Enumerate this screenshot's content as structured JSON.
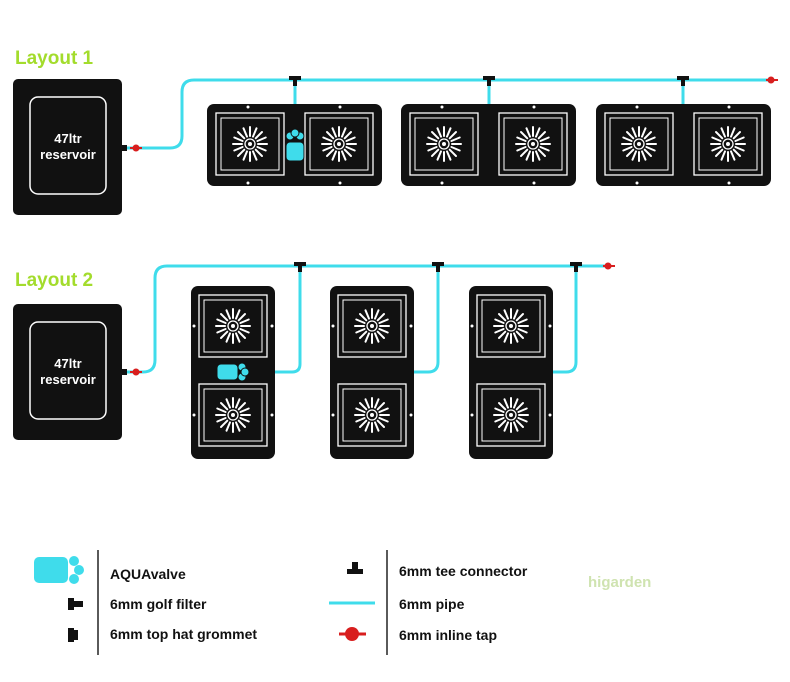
{
  "layouts": [
    {
      "title": "Layout 1",
      "reservoir_label": [
        "47ltr",
        "reservoir"
      ]
    },
    {
      "title": "Layout 2",
      "reservoir_label": [
        "47ltr",
        "reservoir"
      ]
    }
  ],
  "legend": {
    "aquavalve": "AQUAvalve",
    "golf_filter": "6mm golf filter",
    "grommet": "6mm top hat grommet",
    "tee": "6mm tee connector",
    "pipe": "6mm pipe",
    "tap": "6mm inline tap"
  },
  "watermark": "higarden",
  "colors": {
    "pipe": "#3fdceb",
    "tap": "#d81e1e",
    "heading": "#a3dc2c",
    "tray": "#111111"
  }
}
